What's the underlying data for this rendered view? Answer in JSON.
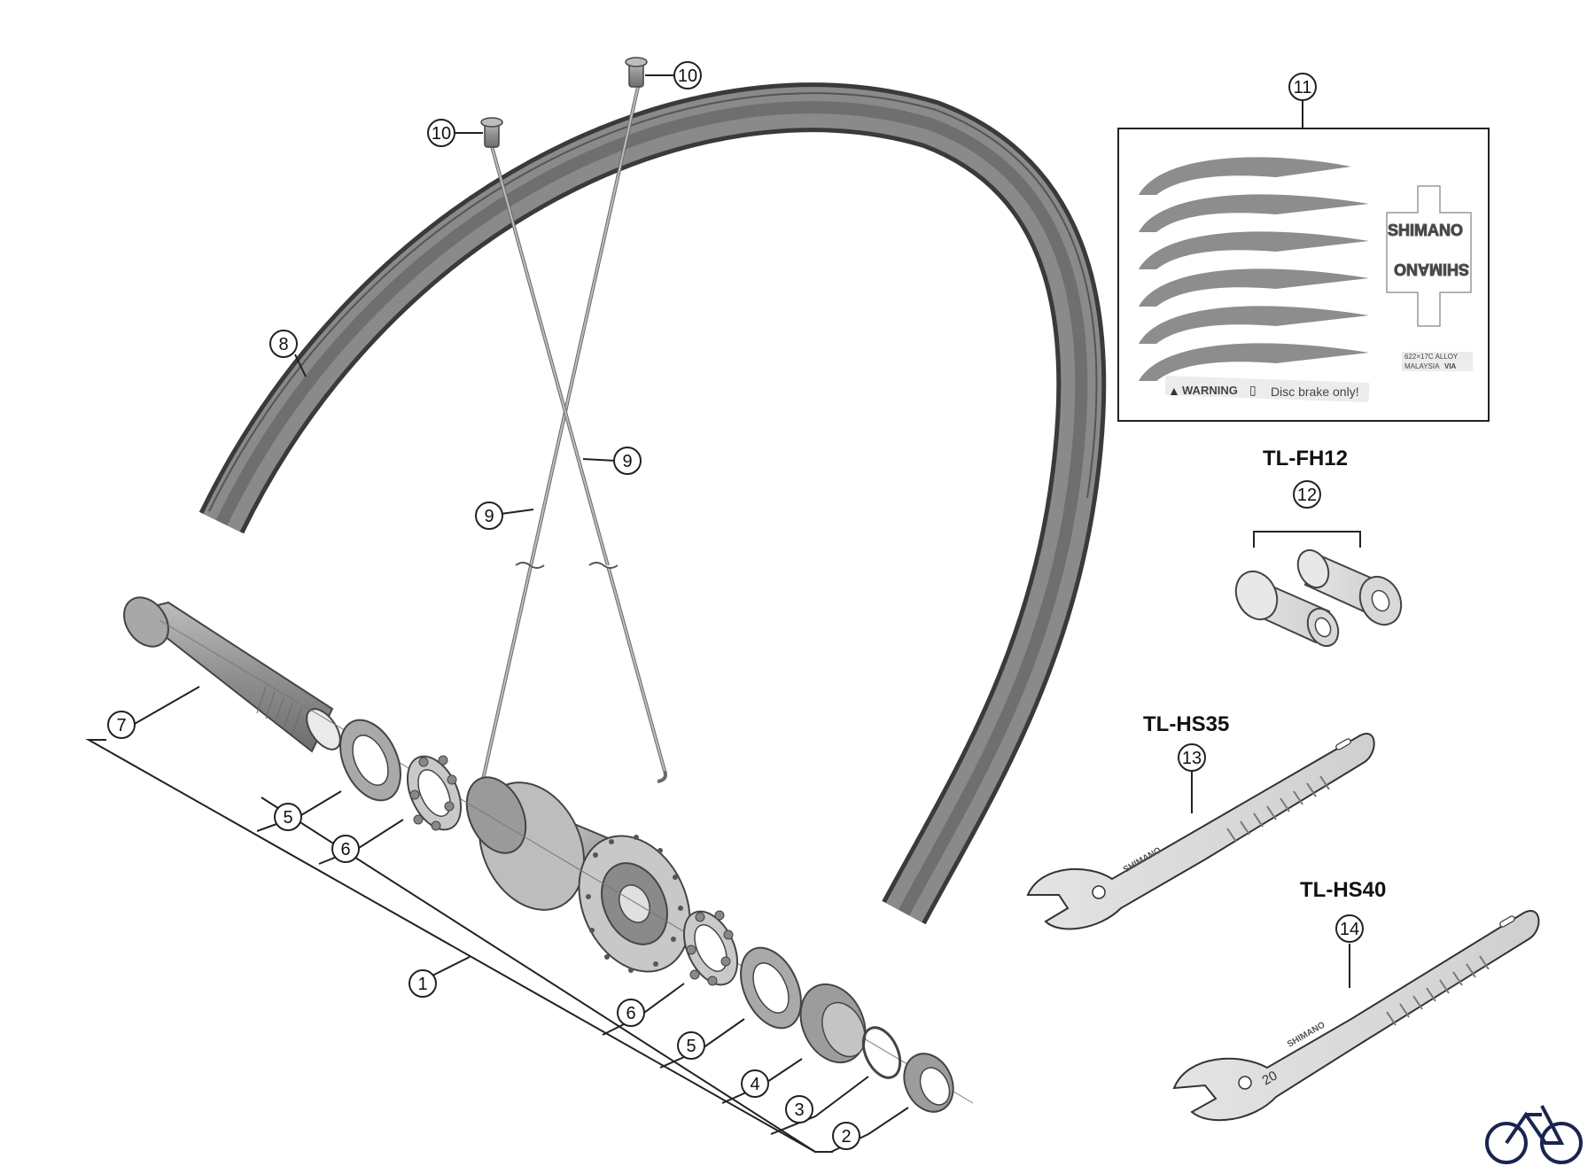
{
  "callouts": {
    "c1": "1",
    "c2": "2",
    "c3": "3",
    "c4": "4",
    "c5a": "5",
    "c5b": "5",
    "c6a": "6",
    "c6b": "6",
    "c7": "7",
    "c8": "8",
    "c9a": "9",
    "c9b": "9",
    "c10a": "10",
    "c10b": "10",
    "c11": "11",
    "c12": "12",
    "c13": "13",
    "c14": "14"
  },
  "tools": {
    "tl_fh12": "TL-FH12",
    "tl_hs35": "TL-HS35",
    "tl_hs40": "TL-HS40"
  },
  "decal_sheet": {
    "brand": "SHIMANO",
    "spec_line1": "622×17C ALLOY",
    "spec_line2": "MALAYSIA",
    "spec_line2b": "VIA",
    "warning": "WARNING",
    "disc_note": "Disc brake only!"
  },
  "wrench": {
    "brand": "SHIMANO",
    "size": "20"
  },
  "logo": "bicycle-logo"
}
